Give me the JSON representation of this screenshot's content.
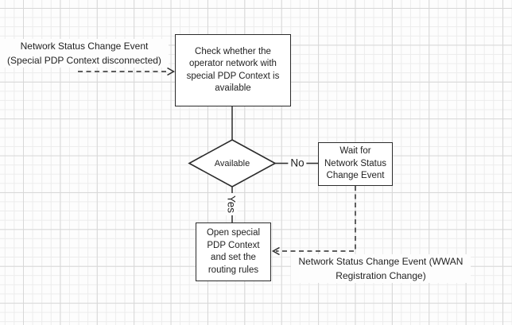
{
  "flowchart": {
    "nodes": {
      "check": {
        "text": "Check whether the\noperator network with\nspecial PDP Context is\navailable"
      },
      "decision": {
        "text": "Available"
      },
      "wait": {
        "text": "Wait for\nNetwork Status\nChange Event"
      },
      "open": {
        "text": "Open special\nPDP Context\nand set the\nrouting rules"
      }
    },
    "edge_labels": {
      "no": "No",
      "yes": "Yes"
    },
    "annotations": {
      "disconnect_event": "Network Status Change Event\n(Special PDP Context disconnected)",
      "wwan_event": "Network Status Change Event (WWAN\nRegistration Change)"
    },
    "colors": {
      "line": "#2b2b2b",
      "text": "#1f1f1f",
      "node_fill": "#ffffff",
      "grid_minor": "#ececec",
      "grid_major": "#d7d7d7",
      "canvas_bg": "#fdfdfd"
    }
  }
}
